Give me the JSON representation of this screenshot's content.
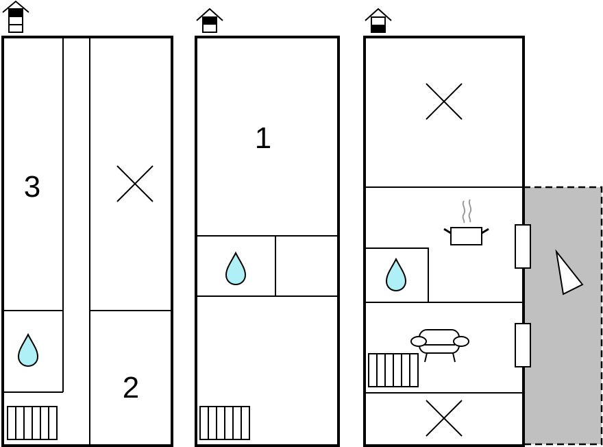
{
  "floorplan": {
    "colors": {
      "wall": "#000000",
      "background": "#ffffff",
      "water": "#aef0f5",
      "terrace": "#c0c0c0"
    },
    "floors": [
      {
        "id": "top-floor",
        "icon": "house-level-top-icon",
        "rooms": [
          {
            "type": "bedroom",
            "label": "3"
          },
          {
            "type": "bedroom",
            "label": "2"
          },
          {
            "type": "room-unspecified",
            "icon": "cross-icon"
          },
          {
            "type": "bathroom",
            "icon": "water-drop-icon"
          },
          {
            "type": "hallway"
          }
        ],
        "fixtures": [
          "radiator-icon"
        ]
      },
      {
        "id": "middle-floor",
        "icon": "house-level-middle-icon",
        "rooms": [
          {
            "type": "bedroom",
            "label": "1"
          },
          {
            "type": "bathroom",
            "icon": "water-drop-icon"
          },
          {
            "type": "closet"
          },
          {
            "type": "room"
          }
        ],
        "fixtures": [
          "radiator-icon"
        ]
      },
      {
        "id": "ground-floor",
        "icon": "house-level-ground-icon",
        "rooms": [
          {
            "type": "room-unspecified",
            "icon": "cross-icon"
          },
          {
            "type": "kitchen",
            "icon": "cooking-pot-icon"
          },
          {
            "type": "bathroom",
            "icon": "water-drop-icon"
          },
          {
            "type": "living-room",
            "icon": "armchair-icon"
          },
          {
            "type": "room-unspecified",
            "icon": "cross-icon"
          }
        ],
        "fixtures": [
          "radiator-icon",
          "window-icon",
          "window-icon"
        ],
        "outdoor": {
          "type": "terrace",
          "icon": "compass-north-pointer-icon"
        }
      }
    ],
    "labels": {
      "room_1": "1",
      "room_2": "2",
      "room_3": "3"
    }
  }
}
